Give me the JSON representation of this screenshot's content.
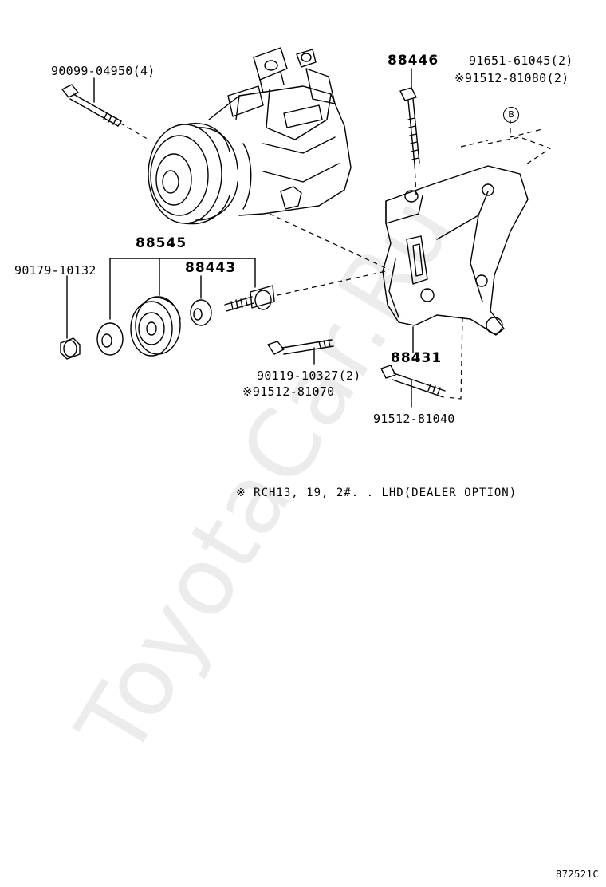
{
  "labels": {
    "p_90099": "90099-04950(4)",
    "p_88446": "88446",
    "p_91651": "91651-61045(2)",
    "p_91512_81080": "※91512-81080(2)",
    "p_88545": "88545",
    "p_90179": "90179-10132",
    "p_88443": "88443",
    "p_88431": "88431",
    "p_90119": "90119-10327(2)",
    "p_91512_81070": "※91512-81070",
    "p_91512_81040": "91512-81040"
  },
  "marker_b": "B",
  "note": "※  RCH13, 19, 2#. . LHD(DEALER OPTION)",
  "watermark": "ToyotaCar.Ru",
  "diagram_code": "872521C"
}
